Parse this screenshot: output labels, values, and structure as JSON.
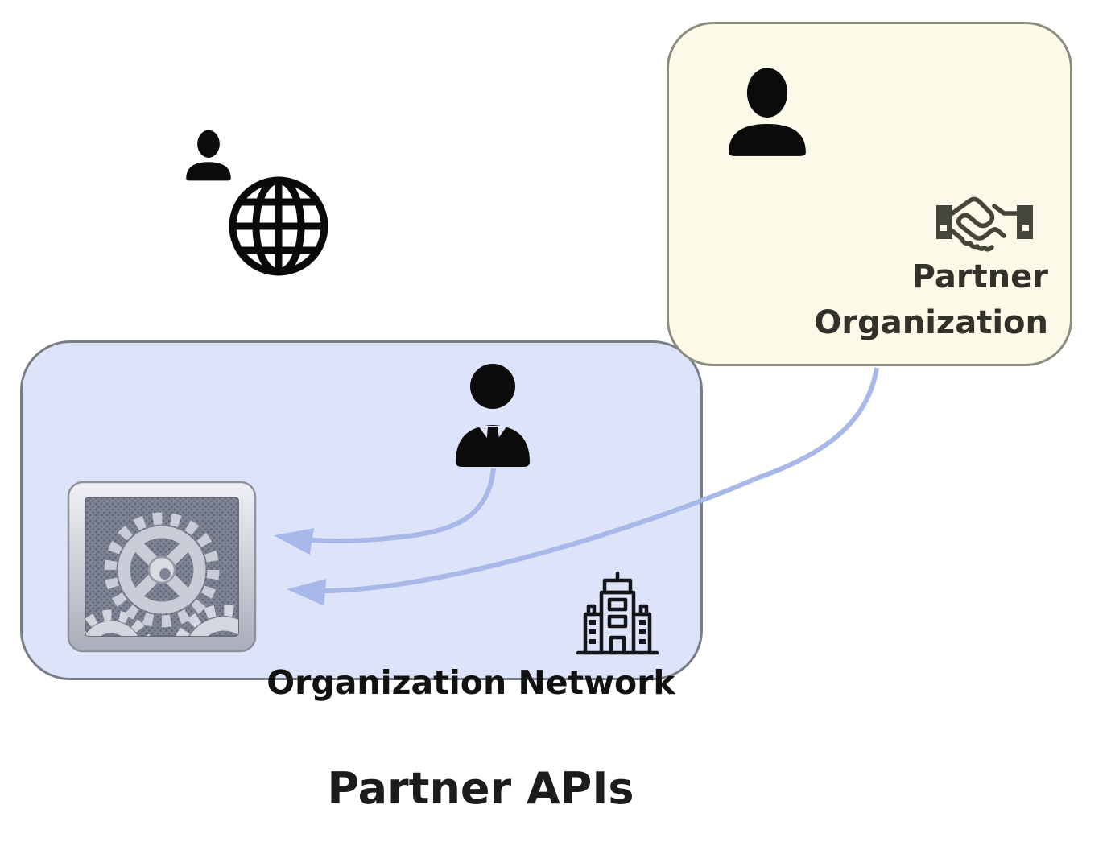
{
  "title": "Partner APIs",
  "colors": {
    "partner_box_fill": "#fbfae9",
    "partner_box_border": "#8e8e80",
    "network_box_fill": "#dde3f8",
    "network_box_border": "#797d86",
    "arrow": "#a8b9e9",
    "partner_label_text": "#32322b",
    "network_label_text": "#121212",
    "title_text": "#1c1c1c",
    "icon_black": "#0b0b0b",
    "handshake_icon_color": "#45453a"
  },
  "internet_user": {
    "icons": [
      "user-icon",
      "globe-icon"
    ]
  },
  "partner_organization": {
    "label_line1": "Partner",
    "label_line2": "Organization",
    "icons": [
      "user-icon",
      "handshake-icon"
    ]
  },
  "organization_network": {
    "label": "Organization Network",
    "icons": [
      "business-user-icon",
      "system-gears-icon",
      "building-icon"
    ]
  },
  "connections": [
    {
      "from": "business-user-icon",
      "to": "system-gears-icon",
      "style": "curved-arrow"
    },
    {
      "from": "partner-organization-box",
      "to": "system-gears-icon",
      "style": "curved-arrow"
    }
  ]
}
